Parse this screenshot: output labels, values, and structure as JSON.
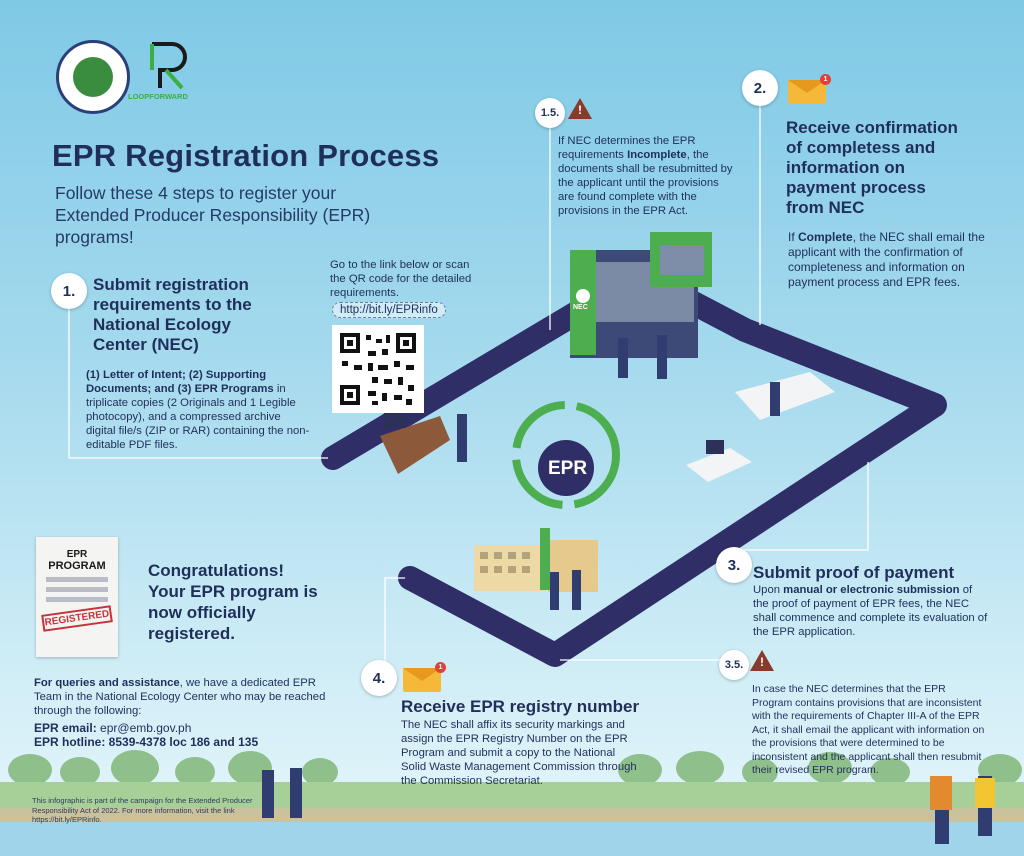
{
  "partner_logo_text": "LOOPFORWARD",
  "title": "EPR Registration Process",
  "subtitle": "Follow these 4 steps to register your Extended Producer Responsibility (EPR) programs!",
  "step1": {
    "num": "1.",
    "title": "Submit registration requirements to the National Ecology Center (NEC)",
    "body_bold": "(1) Letter of Intent; (2) Supporting Documents; and (3) EPR Programs",
    "body": " in triplicate copies (2 Originals and 1 Legible photocopy), and a compressed archive digital file/s (ZIP or RAR) containing the non-editable PDF files."
  },
  "qr": {
    "text": "Go to the link below or scan the QR code for the detailed requirements.",
    "link": "http://bit.ly/EPRinfo"
  },
  "step15": {
    "num": "1.5.",
    "pre": "If NEC determines the EPR requirements ",
    "bold": "Incomplete",
    "post": ", the documents shall be resubmitted by the applicant until the provisions are found complete with the provisions in the EPR Act."
  },
  "step2": {
    "num": "2.",
    "title": "Receive confirmation of completess and information on payment process from NEC",
    "pre": "If ",
    "bold": "Complete",
    "post": ", the NEC shall email the applicant with the confirmation of completeness and information on payment process and EPR fees."
  },
  "step3": {
    "num": "3.",
    "title": "Submit proof of payment",
    "pre": "Upon ",
    "bold": "manual or electronic submission",
    "post": " of the proof of payment of EPR fees, the NEC shall commence and complete its evaluation of the EPR application."
  },
  "step35": {
    "num": "3.5.",
    "body": "In case the NEC determines that the EPR Program contains provisions that are inconsistent with the requirements of Chapter III-A of the EPR Act, it shall email the applicant with information on the provisions that were determined to be inconsistent and the applicant shall then resubmit their revised EPR program."
  },
  "step4": {
    "num": "4.",
    "title": "Receive EPR registry number",
    "body": "The NEC shall affix its security markings and assign the EPR Registry Number on the EPR Program and submit a copy to the National Solid Waste Management Commission through the Commission Secretariat."
  },
  "center_label": "EPR",
  "building_label": "NEC",
  "envelope_badge": "1",
  "certificate": {
    "line1": "EPR",
    "line2": "PROGRAM",
    "stamp": "REGISTERED"
  },
  "congrats": "Congratulations! Your EPR program is now officially registered.",
  "contact": {
    "intro_bold": "For queries and assistance",
    "intro": ", we have a dedicated EPR Team in the National Ecology Center who may be reached through the following:",
    "email_label": "EPR email:",
    "email": " epr@emb.gov.ph",
    "hotline_label": "EPR hotline:",
    "hotline": " 8539-4378 loc 186 and 135"
  },
  "footnote": "This infographic is part of the campaign for the Extended Producer Responsibility Act of 2022. For more information, visit the link https://bit.ly/EPRinfo.",
  "colors": {
    "navy": "#1f2f5a",
    "path": "#2f2e66",
    "green": "#4cae4f",
    "sky": "#8fd0ea",
    "envelope": "#f5b838",
    "warning": "#8a3a2a"
  }
}
